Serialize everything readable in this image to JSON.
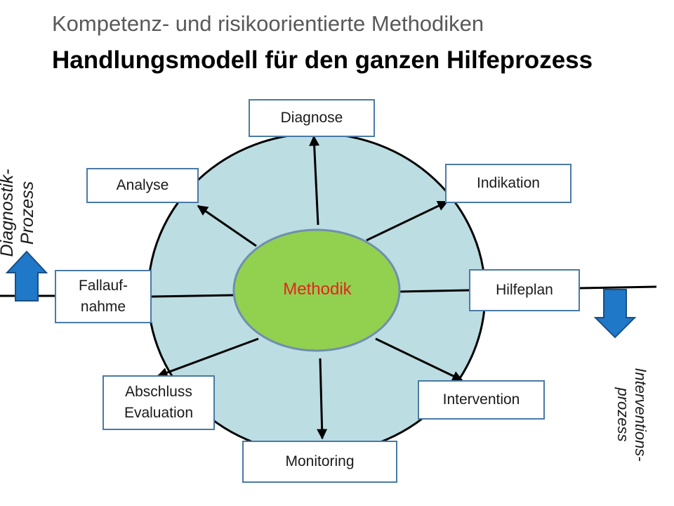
{
  "title": {
    "line1": "Kompetenz- und risikoorientierte Methodiken",
    "line2": "Handlungsmodell für den ganzen Hilfeprozess"
  },
  "center": {
    "label": "Methodik"
  },
  "steps": {
    "diagnose": "Diagnose",
    "indikation": "Indikation",
    "hilfeplan": "Hilfeplan",
    "intervention": "Intervention",
    "monitoring": "Monitoring",
    "abschluss": "Abschluss\nEvaluation",
    "fallaufnahme": "Fallauf-\nnahme",
    "analyse": "Analyse"
  },
  "side_labels": {
    "diagnostik": "Diagnostik-\nProzess",
    "interventions": "Interventions-\nprozess"
  },
  "colors": {
    "circle_fill": "#bcdde2",
    "center_fill": "#92d050",
    "center_text": "#e8231e",
    "box_border": "#4a7aa6",
    "arrow_blue": "#1f78c8"
  }
}
